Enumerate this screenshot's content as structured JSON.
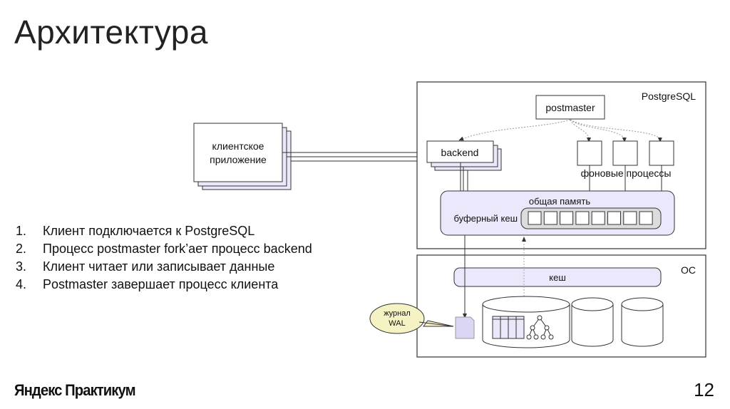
{
  "slide": {
    "title": "Архитектура",
    "page_number": "12",
    "brand": "Яндекс Практикум"
  },
  "steps": [
    {
      "num": "1.",
      "text": "Клиент подключается к PostgreSQL"
    },
    {
      "num": "2.",
      "text": "Процесс postmaster fork’ает процесс backend"
    },
    {
      "num": "3.",
      "text": "Клиент читает или записывает данные"
    },
    {
      "num": "4.",
      "text": "Postmaster завершает процесс клиента"
    }
  ],
  "diagram": {
    "client_app": {
      "line1": "клиентское",
      "line2": "приложение"
    },
    "postgres_label": "PostgreSQL",
    "postmaster": "postmaster",
    "backend": "backend",
    "background_processes": "фоновые процессы",
    "shared_memory": "общая память",
    "buffer_cache": "буферный кеш",
    "os_label": "ОС",
    "os_cache": "кеш",
    "wal": {
      "line1": "журнал",
      "line2": "WAL"
    },
    "colors": {
      "lavender": "#ece8fb",
      "lavender_dark": "#dcd6f5",
      "gray_fill": "#dcdcdc",
      "callout": "#f5f2c4",
      "stroke": "#333333"
    }
  }
}
